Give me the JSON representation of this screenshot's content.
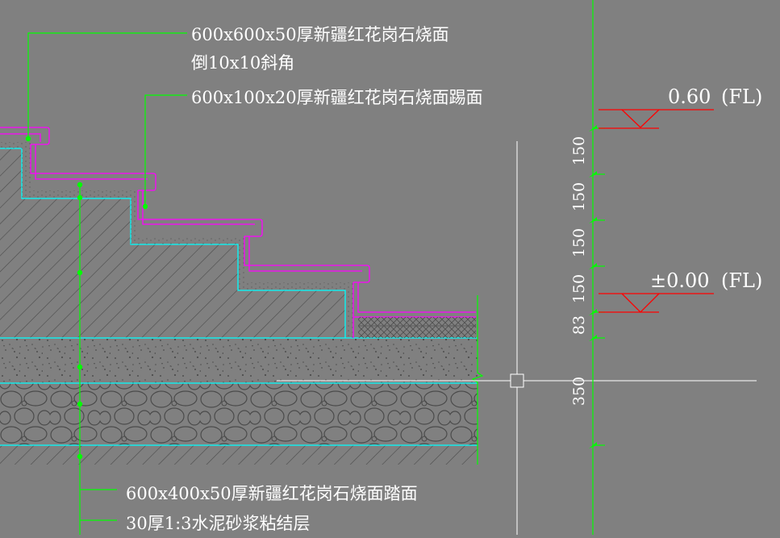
{
  "annotations": {
    "paver_spec": "600x600x50厚新疆红花岗石烧面",
    "paver_chamfer": "倒10x10斜角",
    "riser_spec": "600x100x20厚新疆红花岗石烧面踢面",
    "tread_spec": "600x400x50厚新疆红花岗石烧面踏面",
    "mortar_spec": "30厚1:3水泥砂浆粘结层"
  },
  "levels": [
    {
      "value": "0.60",
      "suffix": "(FL)"
    },
    {
      "value": "±0.00",
      "suffix": "(FL)"
    }
  ],
  "dimensions": [
    "150",
    "150",
    "150",
    "150",
    "83",
    "350"
  ],
  "colors": {
    "background": "#808080",
    "leader": "#00ff00",
    "finish": "#ff00ff",
    "layer_line": "#00ffff",
    "level_mark": "#ff0000",
    "text": "#ffffff"
  }
}
